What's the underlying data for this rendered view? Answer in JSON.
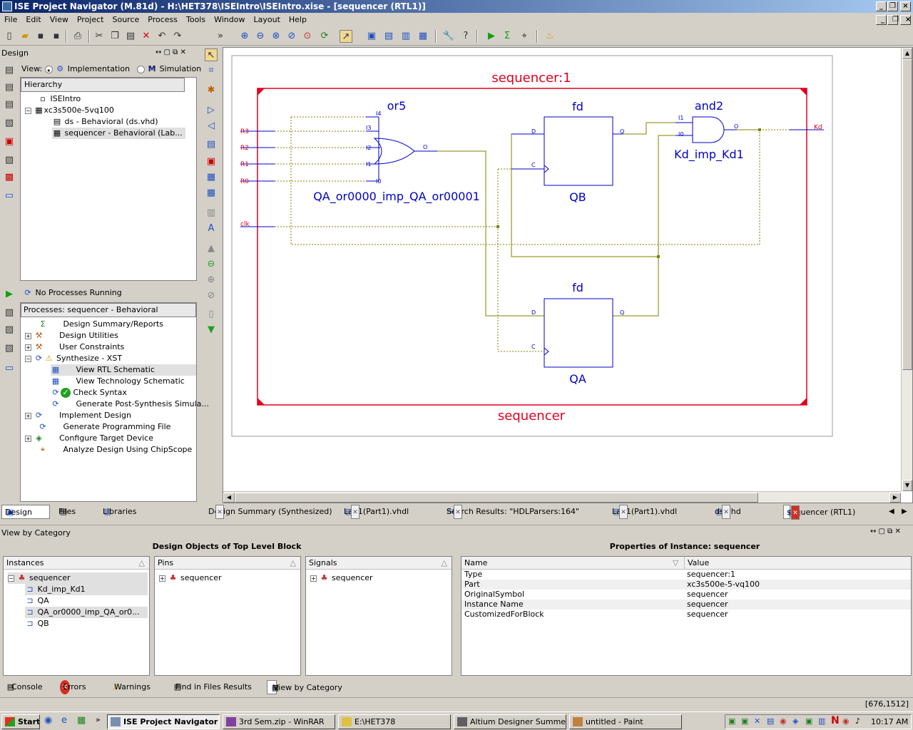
{
  "window": {
    "title": "ISE Project Navigator (M.81d) - H:\\HET378\\ISEIntro\\ISEIntro.xise - [sequencer (RTL1)]"
  },
  "menu": [
    "File",
    "Edit",
    "View",
    "Project",
    "Source",
    "Process",
    "Tools",
    "Window",
    "Layout",
    "Help"
  ],
  "design_panel": {
    "title": "Design",
    "view_label": "View:",
    "impl_label": "Implementation",
    "sim_label": "Simulation",
    "hierarchy_header": "Hierarchy",
    "tree": [
      "ISEIntro",
      "xc3s500e-5vq100",
      "ds - Behavioral (ds.vhd)",
      "sequencer - Behavioral (Lab..."
    ]
  },
  "processes": {
    "status": "No Processes Running",
    "header": "Processes: sequencer - Behavioral",
    "items": [
      "Design Summary/Reports",
      "Design Utilities",
      "User Constraints",
      "Synthesize - XST",
      "View RTL Schematic",
      "View Technology Schematic",
      "Check Syntax",
      "Generate Post-Synthesis Simula...",
      "Implement Design",
      "Generate Programming File",
      "Configure Target Device",
      "Analyze Design Using ChipScope"
    ]
  },
  "left_tabs": [
    "Design",
    "Files",
    "Libraries"
  ],
  "schematic": {
    "top_label": "sequencer:1",
    "bottom_label": "sequencer",
    "or_title": "or5",
    "or_inst": "QA_or0000_imp_QA_or00001",
    "or_pins": [
      "I4",
      "I3",
      "I2",
      "I1",
      "I0",
      "O"
    ],
    "fd1_title": "fd",
    "fd1_inst": "QB",
    "fd2_title": "fd",
    "fd2_inst": "QA",
    "fd_pins": [
      "D",
      "C",
      "Q"
    ],
    "and_title": "and2",
    "and_inst": "Kd_imp_Kd1",
    "and_pins": [
      "I1",
      "I0",
      "O"
    ],
    "ports_in": [
      "R3",
      "R2",
      "R1",
      "R0",
      "clk"
    ],
    "port_out": "Kd"
  },
  "doc_tabs": [
    "Design Summary (Synthesized)",
    "Lab1(Part1).vhdl",
    "Search Results: \"HDLParsers:164\"",
    "Lab1(Part1).vhdl",
    "ds.vhd",
    "sequencer (RTL1)"
  ],
  "bottom": {
    "title": "View by Category",
    "objects_title": "Design Objects of Top Level Block",
    "props_title": "Properties of Instance: sequencer",
    "instances_header": "Instances",
    "instances": [
      "sequencer",
      "Kd_imp_Kd1",
      "QA",
      "QA_or0000_imp_QA_or0...",
      "QB"
    ],
    "pins_header": "Pins",
    "pins": [
      "sequencer"
    ],
    "signals_header": "Signals",
    "signals": [
      "sequencer"
    ],
    "prop_name_header": "Name",
    "prop_value_header": "Value",
    "properties": [
      [
        "Type",
        "sequencer:1"
      ],
      [
        "Part",
        "xc3s500e-5-vq100"
      ],
      [
        "OriginalSymbol",
        "sequencer"
      ],
      [
        "Instance Name",
        "sequencer"
      ],
      [
        "CustomizedForBlock",
        "sequencer"
      ]
    ]
  },
  "console_tabs": [
    "Console",
    "Errors",
    "Warnings",
    "Find in Files Results",
    "View by Category"
  ],
  "status": {
    "coords": "[676,1512]"
  },
  "taskbar": {
    "start": "Start",
    "items": [
      "ISE Project Navigator ...",
      "3rd Sem.zip - WinRAR",
      "E:\\HET378",
      "Altium Designer Summer ...",
      "untitled - Paint"
    ],
    "clock": "10:17 AM"
  },
  "colors": {
    "title_grad_start": "#0a246a",
    "schematic_red": "#e0001e",
    "schematic_blue": "#0000c8",
    "wire": "#808000"
  }
}
